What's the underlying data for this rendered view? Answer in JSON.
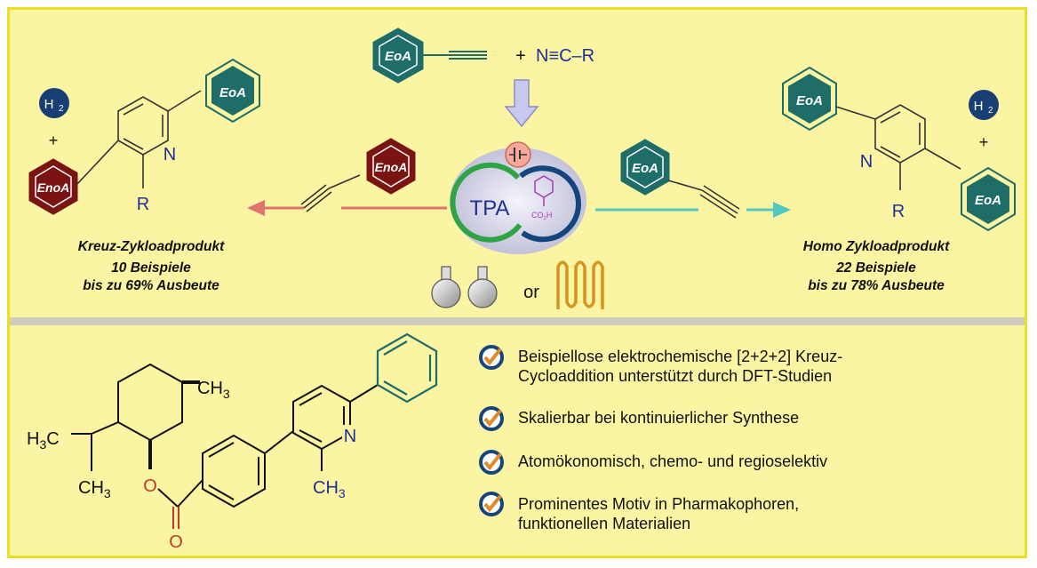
{
  "labels": {
    "eoa": "EoA",
    "enoa": "EnoA",
    "h2": "H",
    "h2_sub": "2",
    "plus": "+",
    "nitrile": "N≡C–R",
    "r": "R",
    "n": "N",
    "tpa": "TPA",
    "co2h": "CO",
    "co2h_sub": "2",
    "co2h_end": "H",
    "or": "or"
  },
  "left_product": {
    "title": "Kreuz-Zykloadprodukt",
    "count": "10 Beispiele",
    "yield": "bis zu 69% Ausbeute"
  },
  "right_product": {
    "title": "Homo Zykloadprodukt",
    "count": "22 Beispiele",
    "yield": "bis zu 78% Ausbeute"
  },
  "molecule": {
    "ch3_top": "CH",
    "ch3_sub": "3",
    "h3c": "H",
    "h3c_sub": "3",
    "h3c_c": "C",
    "ch3_bot": "CH",
    "o_ester": "O",
    "o_carbonyl": "O",
    "n": "N",
    "ch3_py": "CH"
  },
  "benefits": [
    {
      "line1": "Beispiellose elektrochemische [2+2+2] Kreuz-",
      "line2": "Cycloaddition unterstützt durch DFT-Studien"
    },
    {
      "line1": "Skalierbar bei kontinuierlicher Synthese"
    },
    {
      "line1": "Atomökonomisch, chemo- und regioselektiv"
    },
    {
      "line1": "Prominentes Motiv in Pharmakophoren,",
      "line2": "funktionellen Materialien"
    }
  ],
  "colors": {
    "background": "#fbf5a3",
    "border": "#ecdf2a",
    "eoa_teal": "#1f6d69",
    "enoa_maroon": "#7a1412",
    "navy": "#173f73",
    "structure_blue": "#1f2f95",
    "green_ring": "#2fa447",
    "blue_ring": "#14457e",
    "orange_arrow": "#e0736a",
    "teal_arrow": "#4fc9c2",
    "check_orange": "#e08a2b"
  }
}
